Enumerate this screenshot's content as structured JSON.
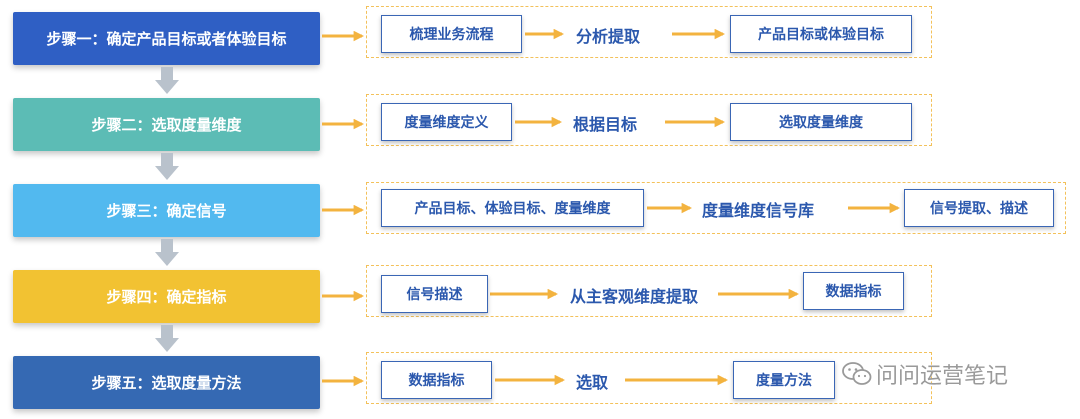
{
  "steps": [
    {
      "label": "步骤一：确定产品目标或者体验目标",
      "color": "#2f5fc4"
    },
    {
      "label": "步骤二：选取度量维度",
      "color": "#5cbcb5"
    },
    {
      "label": "步骤三：确定信号",
      "color": "#52b9ef"
    },
    {
      "label": "步骤四：确定指标",
      "color": "#f2c232"
    },
    {
      "label": "步骤五：选取度量方法",
      "color": "#3569b3"
    }
  ],
  "flows": [
    {
      "from": "梳理业务流程",
      "via": "分析提取",
      "to": "产品目标或体验目标"
    },
    {
      "from": "度量维度定义",
      "via": "根据目标",
      "to": "选取度量维度"
    },
    {
      "from": "产品目标、体验目标、度量维度",
      "via": "度量维度信号库",
      "to": "信号提取、描述"
    },
    {
      "from": "信号描述",
      "via": "从主客观维度提取",
      "to": "数据指标"
    },
    {
      "from": "数据指标",
      "via": "选取",
      "to": "度量方法"
    }
  ],
  "watermark": "问问运营笔记",
  "colors": {
    "arrow": "#f3b33f",
    "box_text": "#2b58ad",
    "down_arrow": "#b9c2cc"
  }
}
